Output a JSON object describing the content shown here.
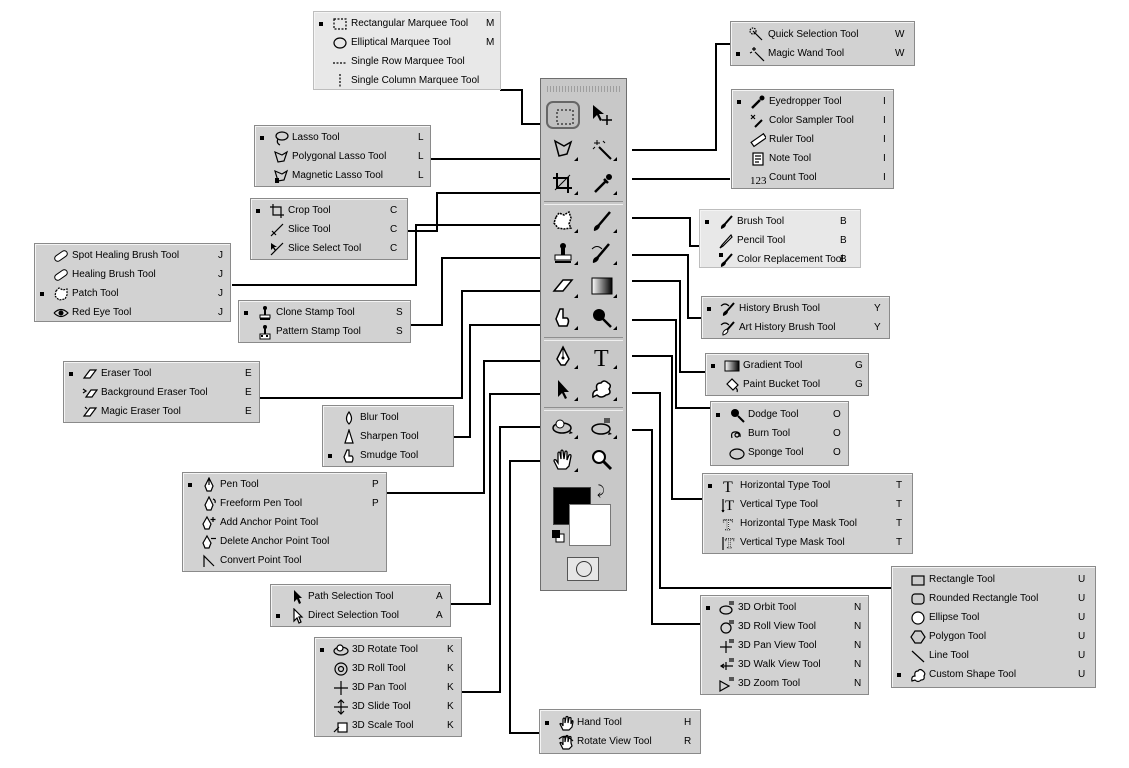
{
  "toolbox": {
    "tools": [
      {
        "name": "marquee"
      },
      {
        "name": "move"
      },
      {
        "name": "lasso"
      },
      {
        "name": "magic-wand"
      },
      {
        "name": "crop"
      },
      {
        "name": "eyedropper"
      },
      {
        "name": "spot-healing"
      },
      {
        "name": "brush"
      },
      {
        "name": "clone-stamp"
      },
      {
        "name": "history-brush"
      },
      {
        "name": "eraser"
      },
      {
        "name": "gradient"
      },
      {
        "name": "blur"
      },
      {
        "name": "dodge"
      },
      {
        "name": "pen"
      },
      {
        "name": "type"
      },
      {
        "name": "path-selection"
      },
      {
        "name": "custom-shape"
      },
      {
        "name": "3d-rotate"
      },
      {
        "name": "3d-orbit"
      },
      {
        "name": "hand"
      },
      {
        "name": "zoom"
      }
    ],
    "foreground_color": "#000000",
    "background_color": "#ffffff"
  },
  "flyouts": {
    "marquee": [
      {
        "label": "Rectangular Marquee Tool",
        "key": "M",
        "active": true,
        "icon": "rect-marquee-icon"
      },
      {
        "label": "Elliptical Marquee Tool",
        "key": "M",
        "active": false,
        "icon": "ellipse-marquee-icon"
      },
      {
        "label": "Single Row Marquee Tool",
        "key": "",
        "active": false,
        "icon": "row-marquee-icon"
      },
      {
        "label": "Single Column Marquee Tool",
        "key": "",
        "active": false,
        "icon": "column-marquee-icon"
      }
    ],
    "lasso": [
      {
        "label": "Lasso Tool",
        "key": "L",
        "active": true,
        "icon": "lasso-icon"
      },
      {
        "label": "Polygonal Lasso Tool",
        "key": "L",
        "active": false,
        "icon": "polygon-lasso-icon"
      },
      {
        "label": "Magnetic Lasso Tool",
        "key": "L",
        "active": false,
        "icon": "magnetic-lasso-icon"
      }
    ],
    "crop": [
      {
        "label": "Crop Tool",
        "key": "C",
        "active": true,
        "icon": "crop-icon"
      },
      {
        "label": "Slice Tool",
        "key": "C",
        "active": false,
        "icon": "slice-icon"
      },
      {
        "label": "Slice Select Tool",
        "key": "C",
        "active": false,
        "icon": "slice-select-icon"
      }
    ],
    "healing": [
      {
        "label": "Spot Healing Brush Tool",
        "key": "J",
        "active": false,
        "icon": "bandage-icon"
      },
      {
        "label": "Healing Brush Tool",
        "key": "J",
        "active": false,
        "icon": "bandage-icon"
      },
      {
        "label": "Patch Tool",
        "key": "J",
        "active": true,
        "icon": "patch-icon"
      },
      {
        "label": "Red Eye Tool",
        "key": "J",
        "active": false,
        "icon": "eye-icon"
      }
    ],
    "stamp": [
      {
        "label": "Clone Stamp Tool",
        "key": "S",
        "active": true,
        "icon": "stamp-icon"
      },
      {
        "label": "Pattern Stamp Tool",
        "key": "S",
        "active": false,
        "icon": "pattern-stamp-icon"
      }
    ],
    "eraser": [
      {
        "label": "Eraser Tool",
        "key": "E",
        "active": true,
        "icon": "eraser-icon"
      },
      {
        "label": "Background Eraser Tool",
        "key": "E",
        "active": false,
        "icon": "bg-eraser-icon"
      },
      {
        "label": "Magic Eraser Tool",
        "key": "E",
        "active": false,
        "icon": "magic-eraser-icon"
      }
    ],
    "blur": [
      {
        "label": "Blur Tool",
        "key": "",
        "active": false,
        "icon": "drop-icon"
      },
      {
        "label": "Sharpen Tool",
        "key": "",
        "active": false,
        "icon": "cone-icon"
      },
      {
        "label": "Smudge Tool",
        "key": "",
        "active": true,
        "icon": "finger-icon"
      }
    ],
    "pen": [
      {
        "label": "Pen Tool",
        "key": "P",
        "active": true,
        "icon": "pen-icon"
      },
      {
        "label": "Freeform Pen Tool",
        "key": "P",
        "active": false,
        "icon": "freeform-pen-icon"
      },
      {
        "label": "Add Anchor Point Tool",
        "key": "",
        "active": false,
        "icon": "add-anchor-icon"
      },
      {
        "label": "Delete Anchor Point Tool",
        "key": "",
        "active": false,
        "icon": "delete-anchor-icon"
      },
      {
        "label": "Convert Point Tool",
        "key": "",
        "active": false,
        "icon": "convert-point-icon"
      }
    ],
    "path": [
      {
        "label": "Path Selection Tool",
        "key": "A",
        "active": false,
        "icon": "black-arrow-icon"
      },
      {
        "label": "Direct Selection Tool",
        "key": "A",
        "active": true,
        "icon": "white-arrow-icon"
      }
    ],
    "rotate3d": [
      {
        "label": "3D Rotate Tool",
        "key": "K",
        "active": true,
        "icon": "3d-rotate-icon"
      },
      {
        "label": "3D Roll Tool",
        "key": "K",
        "active": false,
        "icon": "3d-roll-icon"
      },
      {
        "label": "3D Pan Tool",
        "key": "K",
        "active": false,
        "icon": "3d-pan-icon"
      },
      {
        "label": "3D Slide Tool",
        "key": "K",
        "active": false,
        "icon": "3d-slide-icon"
      },
      {
        "label": "3D Scale Tool",
        "key": "K",
        "active": false,
        "icon": "3d-scale-icon"
      }
    ],
    "wand": [
      {
        "label": "Quick Selection Tool",
        "key": "W",
        "active": false,
        "icon": "quick-selection-icon"
      },
      {
        "label": "Magic Wand Tool",
        "key": "W",
        "active": true,
        "icon": "magic-wand-icon"
      }
    ],
    "eyedropper": [
      {
        "label": "Eyedropper Tool",
        "key": "I",
        "active": true,
        "icon": "eyedropper-icon"
      },
      {
        "label": "Color Sampler Tool",
        "key": "I",
        "active": false,
        "icon": "color-sampler-icon"
      },
      {
        "label": "Ruler Tool",
        "key": "I",
        "active": false,
        "icon": "ruler-icon"
      },
      {
        "label": "Note Tool",
        "key": "I",
        "active": false,
        "icon": "note-icon"
      },
      {
        "label": "Count Tool",
        "key": "I",
        "active": false,
        "icon": "count-icon"
      }
    ],
    "brush": [
      {
        "label": "Brush Tool",
        "key": "B",
        "active": true,
        "icon": "brush-icon"
      },
      {
        "label": "Pencil Tool",
        "key": "B",
        "active": false,
        "icon": "pencil-icon"
      },
      {
        "label": "Color Replacement Tool",
        "key": "B",
        "active": false,
        "icon": "color-replace-icon"
      }
    ],
    "history": [
      {
        "label": "History Brush Tool",
        "key": "Y",
        "active": true,
        "icon": "history-brush-icon"
      },
      {
        "label": "Art History Brush Tool",
        "key": "Y",
        "active": false,
        "icon": "art-history-icon"
      }
    ],
    "gradient": [
      {
        "label": "Gradient Tool",
        "key": "G",
        "active": true,
        "icon": "gradient-icon"
      },
      {
        "label": "Paint Bucket Tool",
        "key": "G",
        "active": false,
        "icon": "bucket-icon"
      }
    ],
    "dodge": [
      {
        "label": "Dodge Tool",
        "key": "O",
        "active": true,
        "icon": "dodge-icon"
      },
      {
        "label": "Burn Tool",
        "key": "O",
        "active": false,
        "icon": "burn-icon"
      },
      {
        "label": "Sponge Tool",
        "key": "O",
        "active": false,
        "icon": "sponge-icon"
      }
    ],
    "type": [
      {
        "label": "Horizontal Type Tool",
        "key": "T",
        "active": true,
        "icon": "type-icon"
      },
      {
        "label": "Vertical Type Tool",
        "key": "T",
        "active": false,
        "icon": "vertical-type-icon"
      },
      {
        "label": "Horizontal Type Mask Tool",
        "key": "T",
        "active": false,
        "icon": "type-mask-icon"
      },
      {
        "label": "Vertical Type Mask Tool",
        "key": "T",
        "active": false,
        "icon": "vertical-type-mask-icon"
      }
    ],
    "shape": [
      {
        "label": "Rectangle Tool",
        "key": "U",
        "active": false,
        "icon": "rectangle-shape-icon"
      },
      {
        "label": "Rounded Rectangle Tool",
        "key": "U",
        "active": false,
        "icon": "rounded-rect-icon"
      },
      {
        "label": "Ellipse Tool",
        "key": "U",
        "active": false,
        "icon": "ellipse-icon"
      },
      {
        "label": "Polygon Tool",
        "key": "U",
        "active": false,
        "icon": "polygon-icon"
      },
      {
        "label": "Line Tool",
        "key": "U",
        "active": false,
        "icon": "line-icon"
      },
      {
        "label": "Custom Shape Tool",
        "key": "U",
        "active": true,
        "icon": "custom-shape-icon"
      }
    ],
    "orbit3d": [
      {
        "label": "3D Orbit Tool",
        "key": "N",
        "active": true,
        "icon": "3d-orbit-icon"
      },
      {
        "label": "3D Roll View Tool",
        "key": "N",
        "active": false,
        "icon": "3d-roll-view-icon"
      },
      {
        "label": "3D Pan View Tool",
        "key": "N",
        "active": false,
        "icon": "3d-pan-view-icon"
      },
      {
        "label": "3D Walk View Tool",
        "key": "N",
        "active": false,
        "icon": "3d-walk-view-icon"
      },
      {
        "label": "3D Zoom Tool",
        "key": "N",
        "active": false,
        "icon": "3d-zoom-icon"
      }
    ],
    "hand": [
      {
        "label": "Hand Tool",
        "key": "H",
        "active": true,
        "icon": "hand-icon"
      },
      {
        "label": "Rotate View Tool",
        "key": "R",
        "active": false,
        "icon": "rotate-view-icon"
      }
    ]
  }
}
